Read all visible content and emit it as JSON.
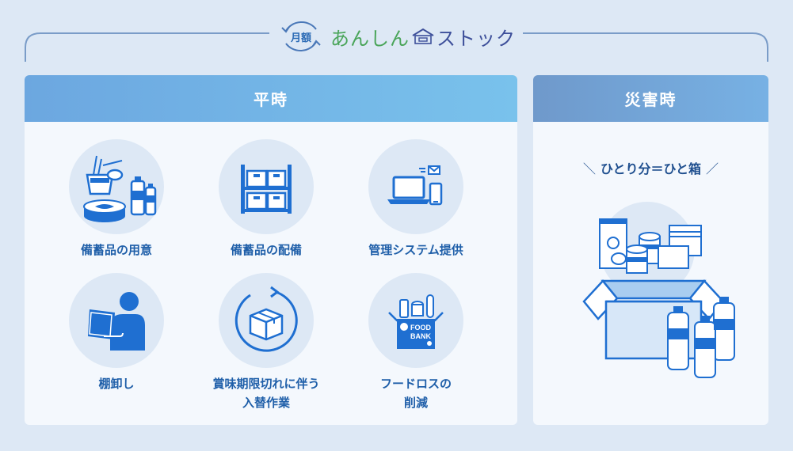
{
  "logo": {
    "badge": "月額",
    "text_a": "あんしん",
    "text_b": "ストック"
  },
  "panels": {
    "normal": {
      "title": "平時",
      "items": [
        {
          "label": "備蓄品の用意"
        },
        {
          "label": "備蓄品の配備"
        },
        {
          "label": "管理システム提供"
        },
        {
          "label": "棚卸し"
        },
        {
          "label_line1": "賞味期限切れに伴う",
          "label_line2": "入替作業"
        },
        {
          "label_line1": "フードロスの",
          "label_line2": "削減"
        }
      ],
      "foodbank_text_1": "FOOD",
      "foodbank_text_2": "BANK"
    },
    "disaster": {
      "title": "災害時",
      "slash_left": "＼",
      "tagline": "ひとり分＝ひと箱",
      "slash_right": "／"
    }
  },
  "colors": {
    "background": "#dde8f5",
    "icon_blue": "#1f6fd1",
    "label_blue": "#1f5fa9"
  }
}
